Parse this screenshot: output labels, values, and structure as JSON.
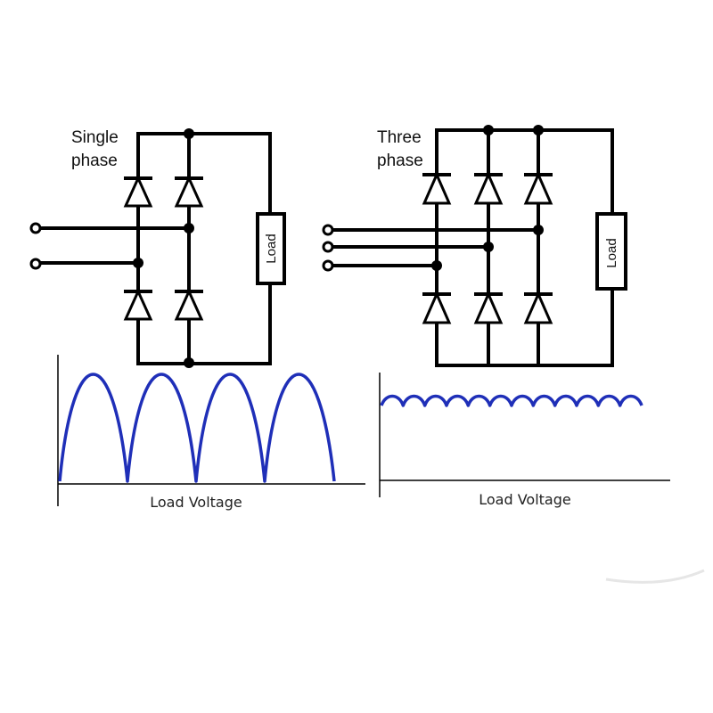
{
  "single_phase": {
    "label_line1": "Single",
    "label_line2": "phase",
    "load_label": "Load",
    "graph_label": "Load Voltage"
  },
  "three_phase": {
    "label_line1": "Three",
    "label_line2": "phase",
    "load_label": "Load",
    "graph_label": "Load Voltage"
  },
  "colors": {
    "waveform": "#1f2fb8",
    "wire": "#000000"
  }
}
